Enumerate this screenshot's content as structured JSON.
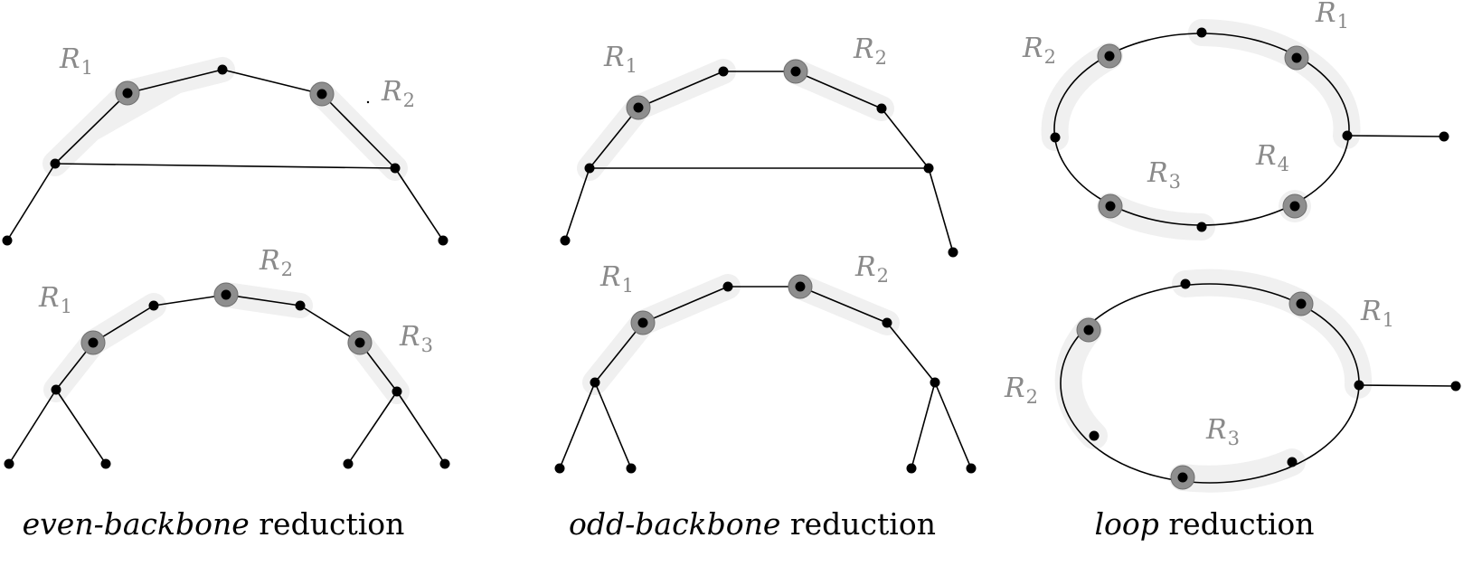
{
  "regions": {
    "letter": "R",
    "r1": "1",
    "r2": "2",
    "r3": "3",
    "r4": "4"
  },
  "captions": {
    "even": {
      "term": "even-backbone",
      "rest": " reduction"
    },
    "odd": {
      "term": "odd-backbone",
      "rest": " reduction"
    },
    "loop": {
      "term": "loop",
      "rest": " reduction"
    }
  },
  "colors": {
    "region_fill": "#f0f0f0",
    "region_border": "#a8a8a8",
    "halo": "#8e8e8e",
    "label": "#8a8a8a",
    "edge": "#000000"
  }
}
